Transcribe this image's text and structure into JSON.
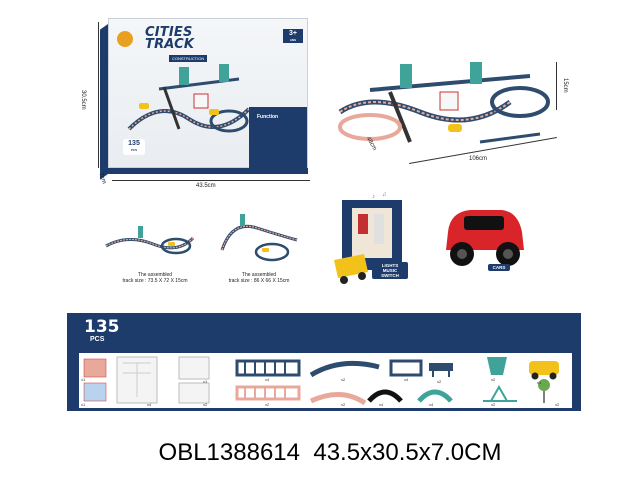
{
  "box": {
    "title_line1": "CITIES",
    "title_line2": "TRACK",
    "subtitle": "CONSTRUCTION",
    "age": "3+",
    "age_sub": "ANS",
    "pieces": "135",
    "pieces_unit": "PCS",
    "function_heading": "Function"
  },
  "dimensions": {
    "box_width": "43.5cm",
    "box_height": "30.5cm",
    "box_depth": "7cm",
    "track_width": "106cm",
    "track_depth": "48cm",
    "track_height": "15cm"
  },
  "assembled": [
    {
      "line1": "The assembled",
      "line2": "track size : 73.5 X 72 X 15cm"
    },
    {
      "line1": "The assembled",
      "line2": "track size : 86 X 66 X 15cm"
    }
  ],
  "features": {
    "lights_line1": "LIGHTS",
    "lights_line2": "MUSIC SWITCH",
    "cars": "CARS"
  },
  "parts": {
    "count": "135",
    "unit": "PCS",
    "quantities": [
      "x1",
      "x1",
      "x4",
      "x1",
      "x2",
      "x4",
      "x2",
      "x2",
      "x2",
      "x4",
      "x4",
      "x4",
      "x2",
      "x2",
      "x2",
      "x1",
      "x2"
    ]
  },
  "footer": {
    "code": "OBL1388614",
    "size": "43.5x30.5x7.0CM"
  },
  "colors": {
    "navy": "#1d3b6b",
    "track_blue": "#2e4c6d",
    "track_pink": "#e8a89a",
    "track_teal": "#3fa39a",
    "car_yellow": "#f2c21b",
    "car_red": "#d9252a"
  }
}
